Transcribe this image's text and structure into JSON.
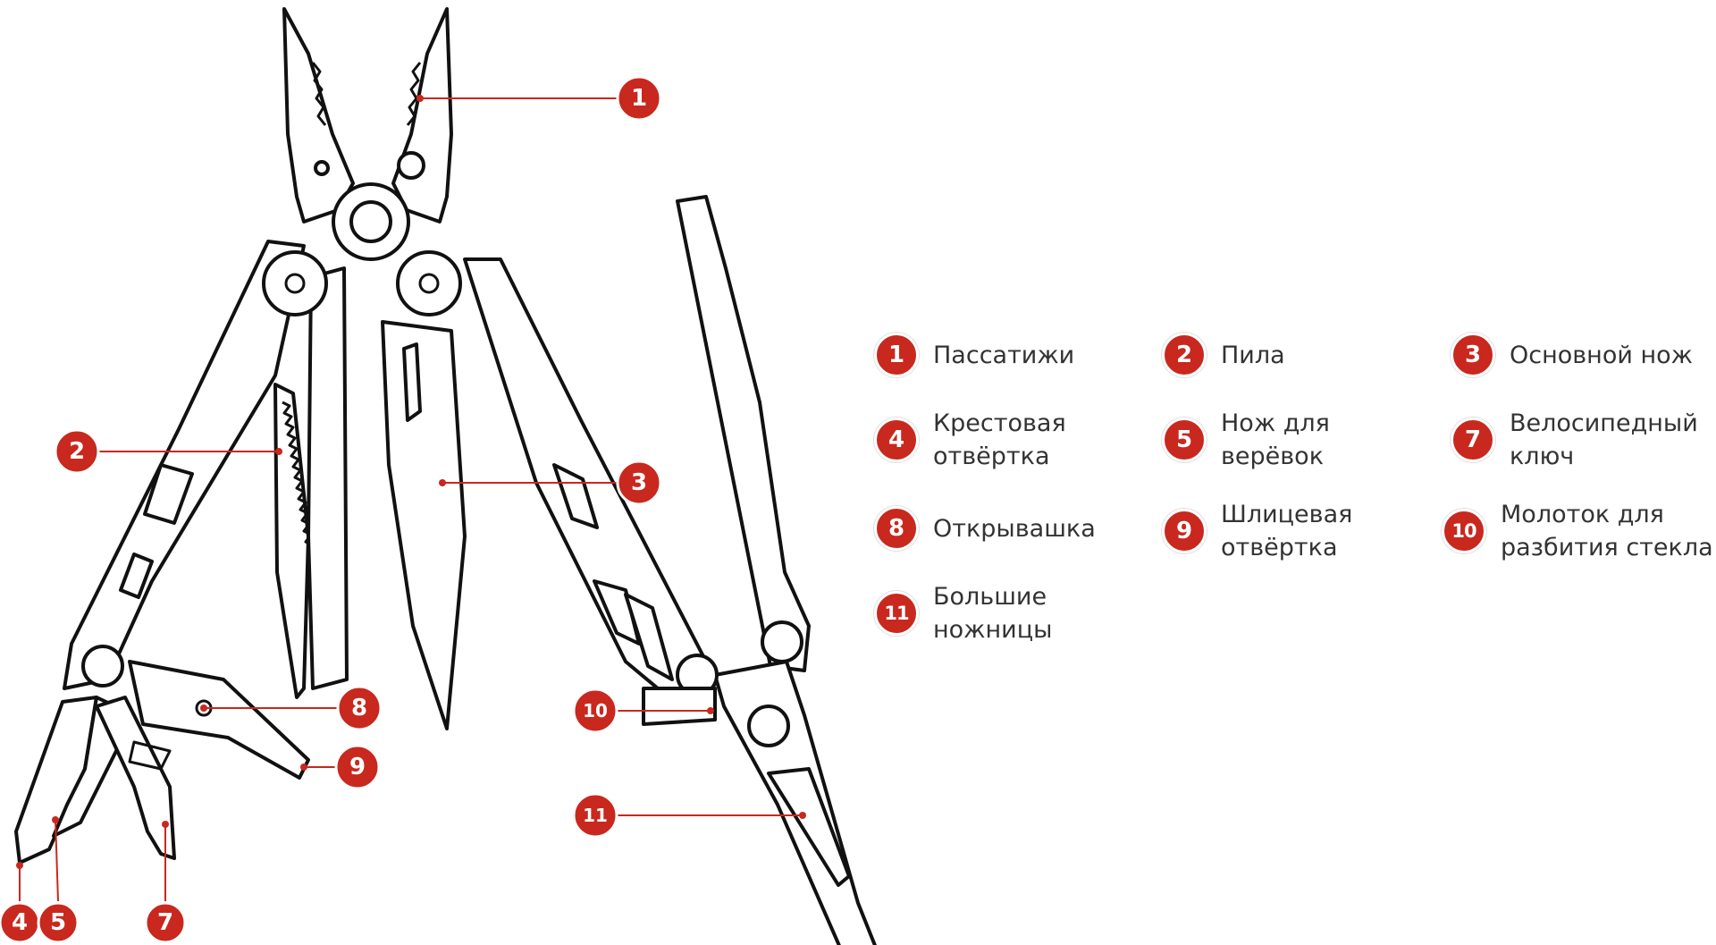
{
  "colors": {
    "accent": "#c8281e",
    "text": "#333333",
    "line_art": "#111111",
    "background": "#ffffff"
  },
  "callouts": [
    {
      "number": "1"
    },
    {
      "number": "2"
    },
    {
      "number": "3"
    },
    {
      "number": "4"
    },
    {
      "number": "5"
    },
    {
      "number": "7"
    },
    {
      "number": "8"
    },
    {
      "number": "9"
    },
    {
      "number": "10"
    },
    {
      "number": "11"
    }
  ],
  "legend": [
    {
      "number": "1",
      "label": "Пассатижи"
    },
    {
      "number": "2",
      "label": "Пила"
    },
    {
      "number": "3",
      "label": "Основной нож"
    },
    {
      "number": "4",
      "label": "Крестовая\nотвёртка"
    },
    {
      "number": "5",
      "label": "Нож для\nверёвок"
    },
    {
      "number": "7",
      "label": "Велосипедный\nключ"
    },
    {
      "number": "8",
      "label": "Открывашка"
    },
    {
      "number": "9",
      "label": "Шлицевая\nотвёртка"
    },
    {
      "number": "10",
      "label": "Молоток для\nразбития стекла"
    },
    {
      "number": "11",
      "label": "Большие\nножницы"
    }
  ]
}
